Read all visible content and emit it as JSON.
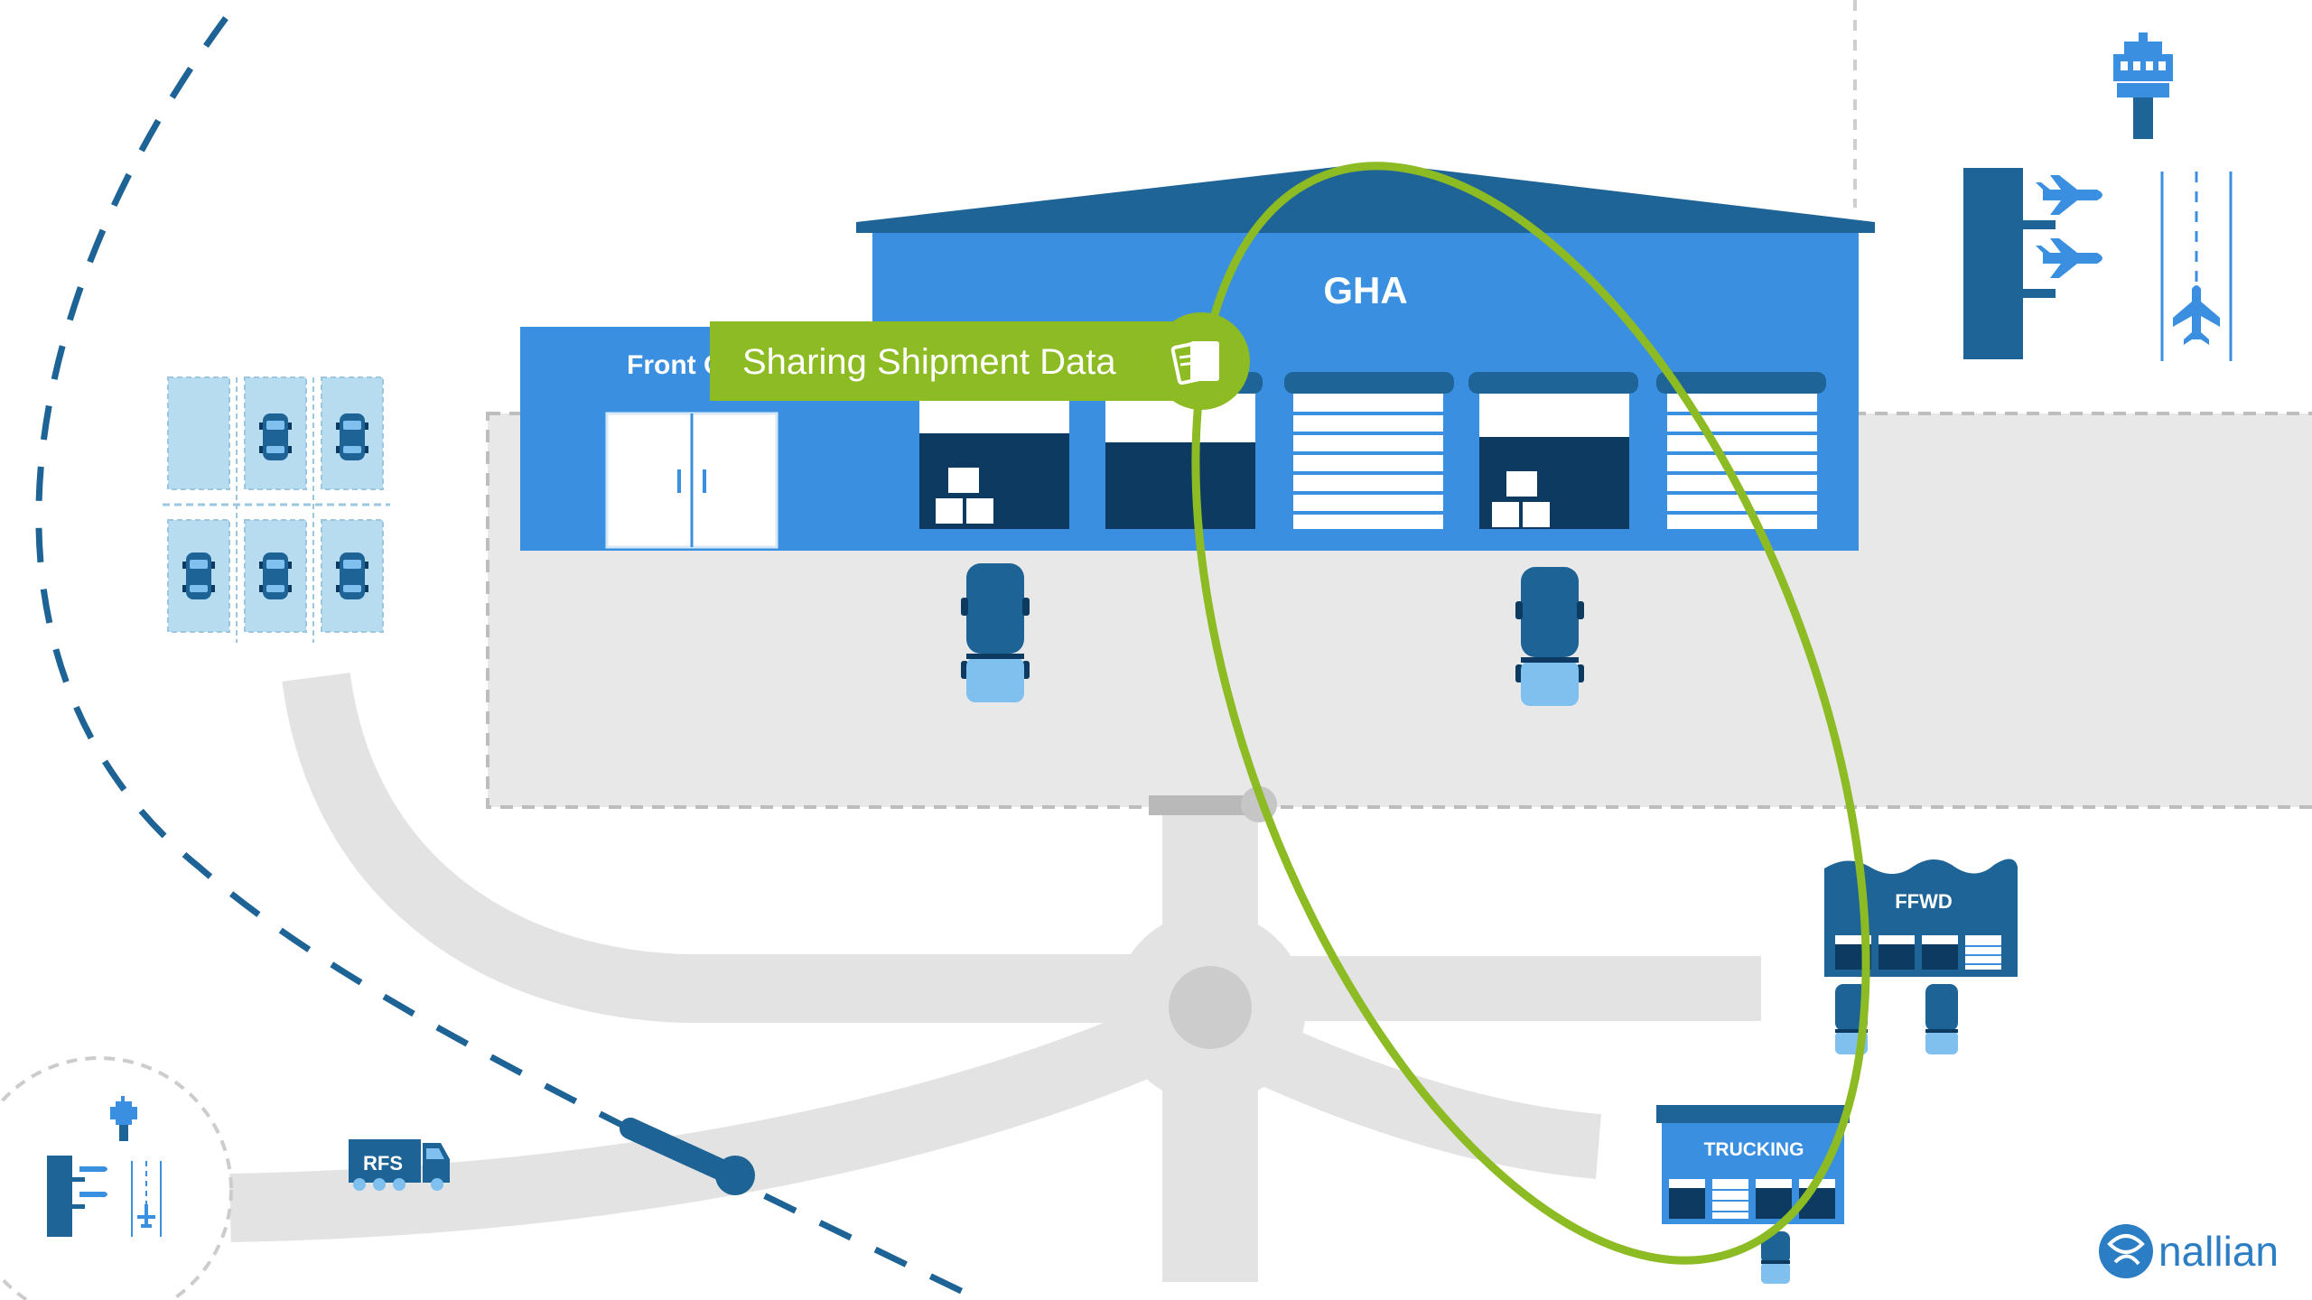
{
  "buildings": {
    "gha": {
      "label": "GHA"
    },
    "front_office": {
      "label": "Front Office"
    },
    "ffwd": {
      "label": "FFWD"
    },
    "trucking": {
      "label": "TRUCKING"
    },
    "rfs_truck": {
      "label": "RFS"
    }
  },
  "callout": {
    "label": "Sharing Shipment Data",
    "icon": "documents-icon"
  },
  "brand": {
    "name": "nallian",
    "icon": "nallian-logo-icon"
  },
  "colors": {
    "building_blue": "#3a8fe0",
    "roof_dark": "#1f6496",
    "door_dark": "#0c3a60",
    "truck_body": "#1d6396",
    "truck_light": "#7fc0ef",
    "highlight_green": "#8dbb23",
    "road_gray": "#e5e5e5",
    "lot_gray": "#e8e8e8"
  }
}
